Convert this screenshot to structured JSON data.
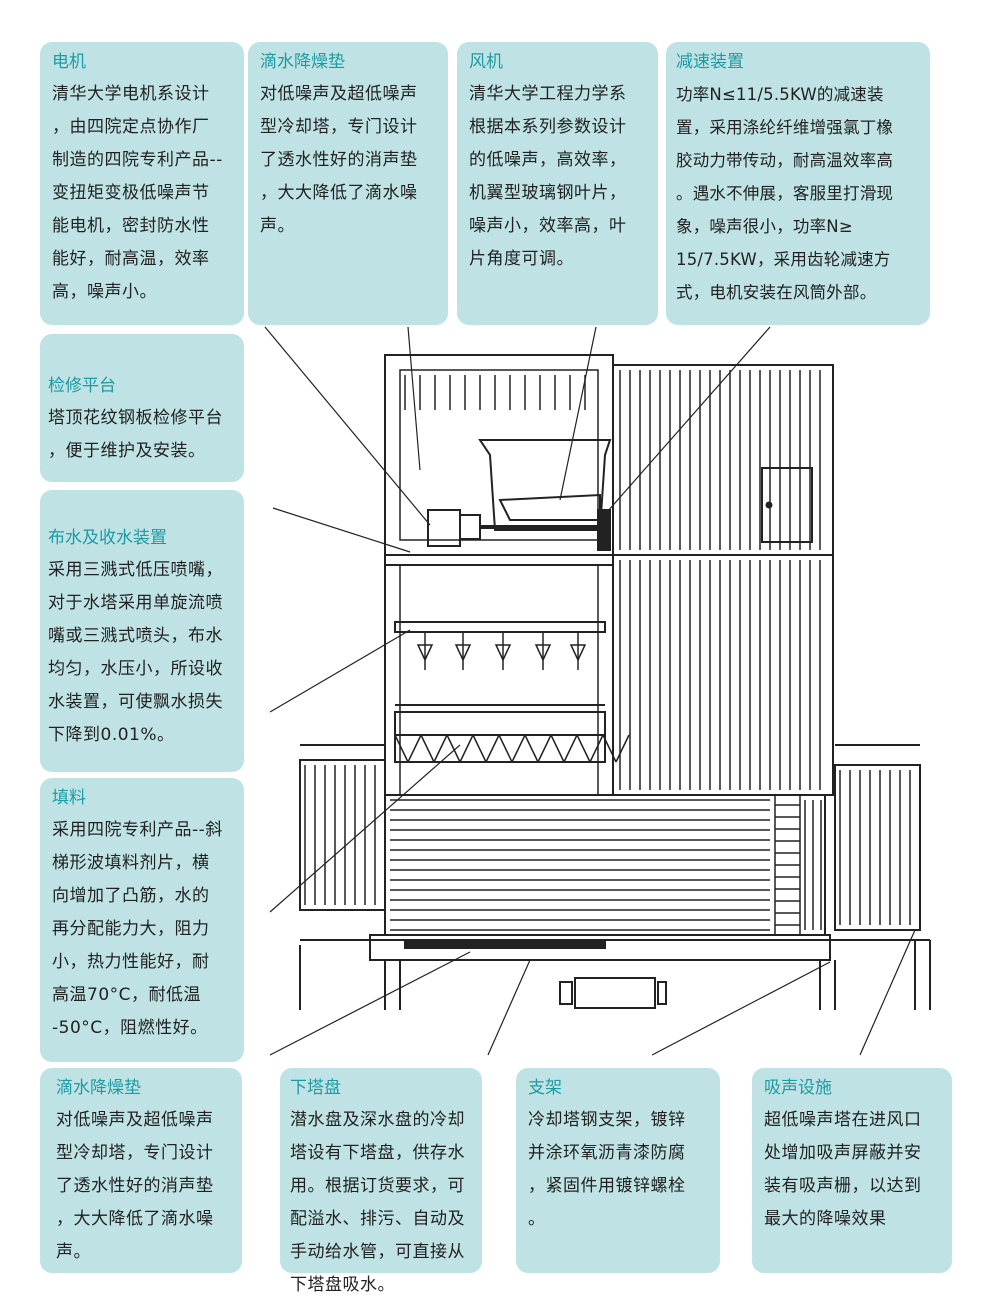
{
  "colors": {
    "box_bg": "#bfe3e4",
    "title": "#1e9aa4",
    "text": "#222222",
    "line": "#222222"
  },
  "callouts": {
    "motor": {
      "title": "电机",
      "text": "清华大学电机系设计\n，由四院定点协作厂\n制造的四院专利产品--\n变扭矩变极低噪声节\n能电机，密封防水性\n能好，耐高温，效率\n高，噪声小。"
    },
    "drip_top": {
      "title": "滴水降燥垫",
      "text": "对低噪声及超低噪声\n型冷却塔，专门设计\n了透水性好的消声垫\n，大大降低了滴水噪\n声。"
    },
    "fan": {
      "title": "风机",
      "text": "清华大学工程力学系\n根据本系列参数设计\n的低噪声，高效率，\n机翼型玻璃钢叶片，\n噪声小，效率高，叶\n片角度可调。"
    },
    "reducer": {
      "title": "减速装置",
      "text": "功率N≤11/5.5KW的减速装\n置，采用涤纶纤维增强氯丁橡\n胶动力带传动，耐高温效率高\n。遇水不伸展，客服里打滑现\n象，噪声很小，功率N≥\n15/7.5KW，采用齿轮减速方\n式，电机安装在风筒外部。"
    },
    "platform": {
      "title": "检修平台",
      "text": "塔顶花纹钢板检修平台\n，便于维护及安装。"
    },
    "distribution": {
      "title": "布水及收水装置",
      "text": "采用三溅式低压喷嘴，\n对于水塔采用单旋流喷\n嘴或三溅式喷头，布水\n均匀，水压小，所设收\n水装置，可使飘水损失\n下降到0.01%。"
    },
    "filler": {
      "title": "填料",
      "text": "采用四院专利产品--斜\n梯形波填料剂片，横\n向增加了凸筋，水的\n再分配能力大，阻力\n小，热力性能好，耐\n高温70°C，耐低温\n-50°C，阻燃性好。"
    },
    "drip_bottom": {
      "title": "滴水降燥垫",
      "text": "对低噪声及超低噪声\n型冷却塔，专门设计\n了透水性好的消声垫\n，大大降低了滴水噪\n声。"
    },
    "basin": {
      "title": "下塔盘",
      "text": "潜水盘及深水盘的冷却\n塔设有下塔盘，供存水\n用。根据订货要求，可\n配溢水、排污、自动及\n手动给水管，可直接从\n下塔盘吸水。"
    },
    "support": {
      "title": "支架",
      "text": "冷却塔钢支架，镀锌\n并涂环氧沥青漆防腐\n，紧固件用镀锌螺栓\n。"
    },
    "absorber": {
      "title": "吸声设施",
      "text": "超低噪声塔在进风口\n处增加吸声屏蔽并安\n装有吸声栅，以达到\n最大的降噪效果"
    }
  }
}
